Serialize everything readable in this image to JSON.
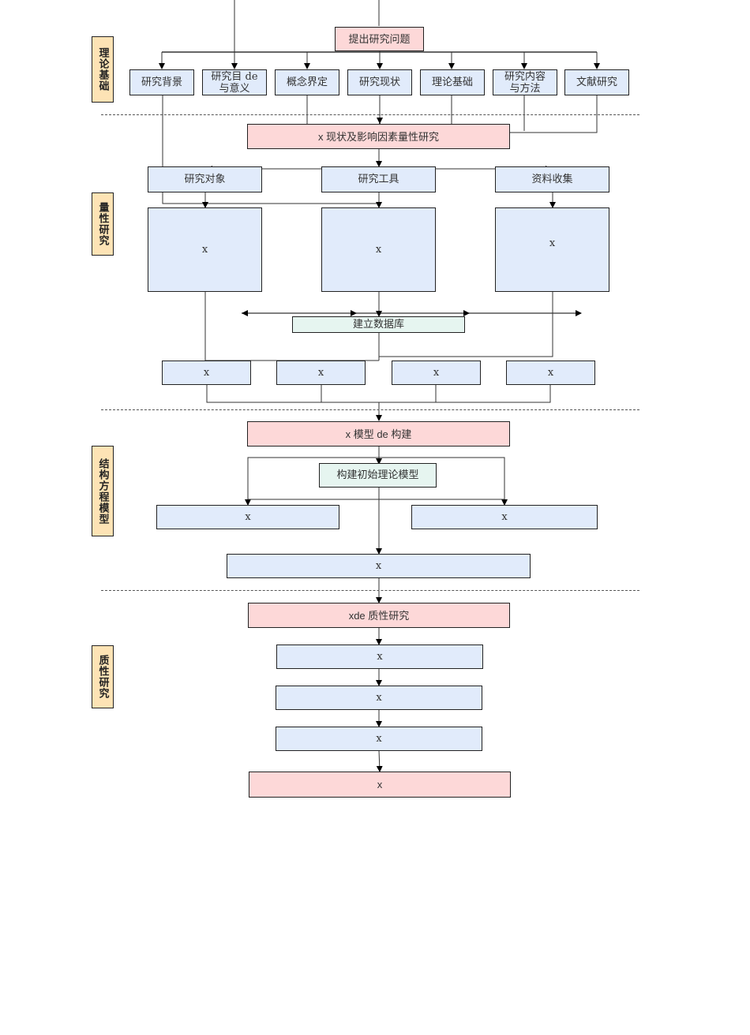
{
  "side_labels": {
    "theory": "理论基础",
    "quantitative": "量性研究",
    "sem": "结构方程模型",
    "qualitative": "质性研究"
  },
  "theory": {
    "question": "提出研究问题",
    "items": [
      "研究背景",
      "研究目 de 与意义",
      "概念界定",
      "研究现状",
      "理论基础",
      "研究内容与方法",
      "文献研究"
    ]
  },
  "quantitative": {
    "title": "x 现状及影响因素量性研究",
    "columns": [
      "研究对象",
      "研究工具",
      "资料收集"
    ],
    "big_boxes": [
      "x",
      "x",
      "x"
    ],
    "database": "建立数据库",
    "results": [
      "x",
      "x",
      "x",
      "x"
    ]
  },
  "sem": {
    "title": "x 模型 de 构建",
    "initial_model": "构建初始理论模型",
    "branches": [
      "x",
      "x"
    ],
    "merged": "x"
  },
  "qualitative": {
    "title": "xde 质性研究",
    "steps": [
      "x",
      "x",
      "x"
    ],
    "final": "x"
  },
  "colors": {
    "box_blue": "#e1ebfb",
    "box_pink": "#fdd8d8",
    "box_mint": "#e6f5f0",
    "side_label": "#fde3b5",
    "line": "#333333"
  }
}
